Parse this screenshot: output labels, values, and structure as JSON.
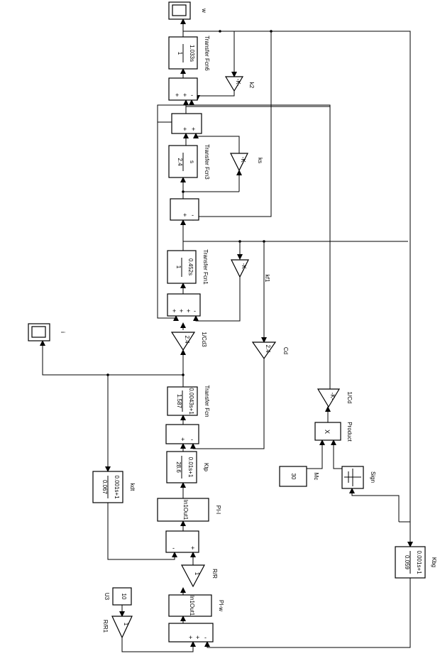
{
  "scopes": {
    "w": {
      "label": "w"
    },
    "i": {
      "label": "i"
    }
  },
  "blocks": {
    "tf6": {
      "num": "1",
      "den": "1.033s",
      "label": "Transfer Fcn6"
    },
    "tf3": {
      "num": "2.4",
      "den": "s",
      "label": "Transfer Fcn3"
    },
    "tf1": {
      "num": "1",
      "den": "0.452s",
      "label": "Transfer Fcn1"
    },
    "tf": {
      "num": "1.587",
      "den": "0.0043s+1",
      "label": "Transfer Fcn"
    },
    "ktp": {
      "num": "28.6",
      "den": "0.01s+1",
      "label": "Ktp"
    },
    "kdt": {
      "num": "0.067",
      "den": "0.001s+1",
      "label": "kdt"
    },
    "kbg": {
      "num": "0.059",
      "den": "0.001s+1",
      "label": "Kbg"
    },
    "pii": {
      "value": "In1Out1",
      "label": "PI-I"
    },
    "piw": {
      "value": "In1Out1",
      "label": "PI-w"
    }
  },
  "gains": {
    "k2": {
      "value": "-K-",
      "label": "k2"
    },
    "ks": {
      "value": "-K-",
      "label": "ks"
    },
    "kf1": {
      "value": "-K-",
      "label": "kf1"
    },
    "cd3": {
      "value": "2.4",
      "label": "1/Cd3"
    },
    "cd": {
      "value": "2.4",
      "label": "Cd"
    },
    "icd": {
      "value": "-K-",
      "label": "1/Cd"
    },
    "rr": {
      "value": "1",
      "label": "R/R"
    },
    "rr1": {
      "value": "1",
      "label": "R/R1"
    }
  },
  "product": {
    "value": "X",
    "label": "Product"
  },
  "constants": {
    "mc": {
      "value": "30",
      "label": "Mc"
    },
    "u3": {
      "value": "10",
      "label": "U3"
    }
  },
  "sign": {
    "label": "Sign"
  },
  "sums": {
    "s1": {
      "signs": [
        "+",
        "+",
        "-"
      ]
    },
    "s2": {
      "signs": [
        "+",
        "+"
      ]
    },
    "s3": {
      "signs": [
        "+",
        "-"
      ]
    },
    "s4": {
      "signs": [
        "+",
        "+",
        "+",
        "-"
      ]
    },
    "s5": {
      "signs": [
        "+",
        "-"
      ]
    },
    "s6": {
      "signs": [
        "-",
        "+"
      ]
    },
    "s7": {
      "signs": [
        "+",
        "+",
        "-"
      ]
    }
  }
}
